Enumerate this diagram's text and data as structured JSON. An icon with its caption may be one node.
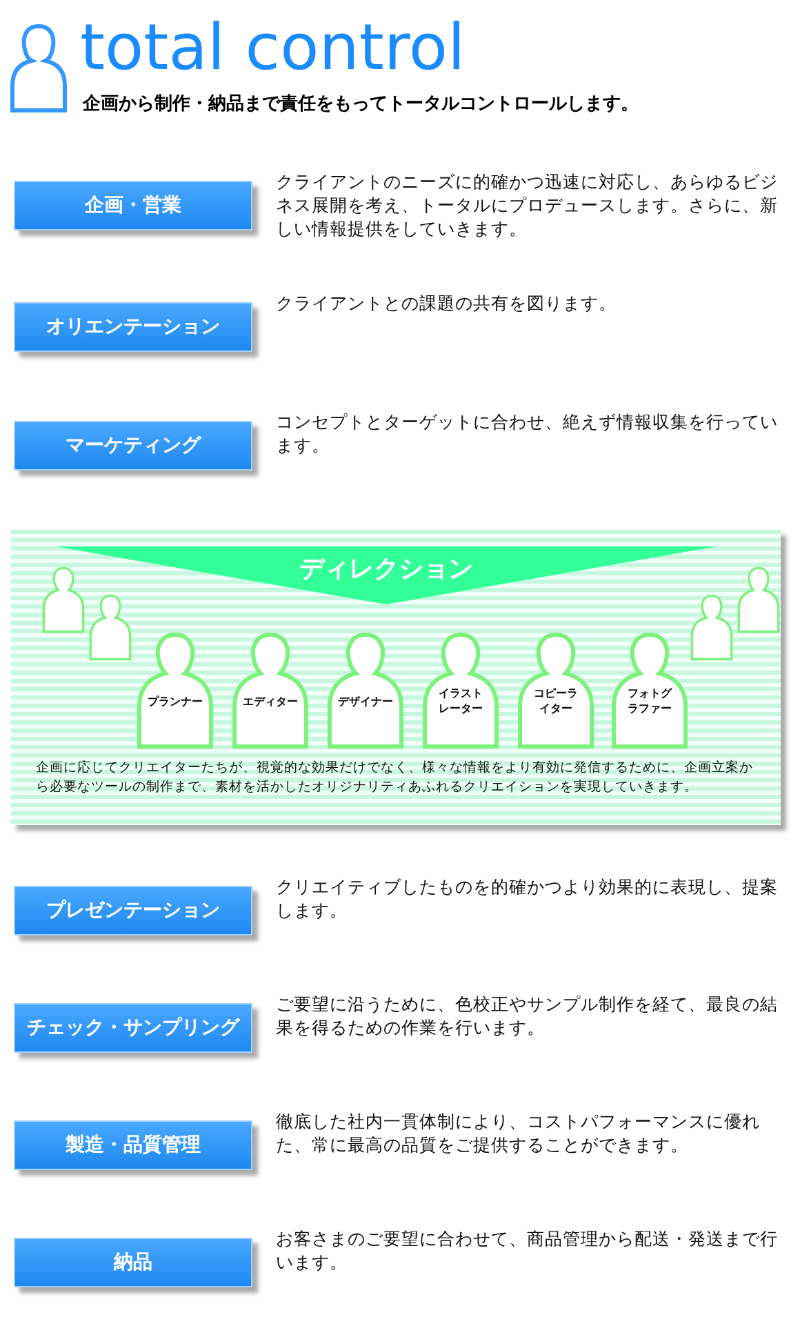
{
  "diagram": {
    "title": "total control",
    "nodes": [
      {
        "text": [
          "企画・営業"
        ],
        "beside": [
          "クライアントのニーズに的確かつ迅速に対応し、あらゆるビジネス展開を考え、トータルにプロデュースします。さらに、新しい情報提供をしていきます。"
        ]
      },
      {
        "text": [
          "オリエンテーション"
        ],
        "beside": [
          "クライアントとの課題の共有を図ります。"
        ]
      },
      {
        "text": [
          "マーケティング"
        ],
        "beside": [
          "コンセプトとターゲットに合わせ、絶えず情報収集を行っています。"
        ]
      },
      {
        "text": [
          "企画に応じてクリエイターたちが、視覚的な効果だけでなく、様々な情報をより有効に発信するために、企画立案から必要なツールの制作まで、素材を活かしたオリジナリティあふれるクリエイションを実現していきます。"
        ]
      },
      {
        "text": [
          "ディレクション"
        ],
        "in": 3
      },
      {
        "text": [],
        "shape": "person",
        "in": 3
      },
      {
        "text": [],
        "shape": "person",
        "in": 3
      },
      {
        "text": [
          "プランナー"
        ],
        "in": 3
      },
      {
        "text": [
          "エディター"
        ],
        "in": 3
      },
      {
        "text": [
          "デザイナー"
        ],
        "in": 3
      },
      {
        "text": [
          "イラストレーター"
        ],
        "in": 3
      },
      {
        "text": [
          "コピーライター"
        ],
        "in": 3
      },
      {
        "text": [
          "フォトグラファー"
        ],
        "in": 3
      },
      {
        "text": [],
        "shape": "person",
        "in": 3
      },
      {
        "text": [],
        "shape": "person",
        "in": 3
      },
      {
        "text": [
          "プレゼンテーション"
        ],
        "beside": [
          "クリエイティブしたものを的確かつより効果的に表現し、提案します。"
        ]
      },
      {
        "text": [
          "チェック・サンプリング"
        ],
        "beside": [
          "ご要望に沿うために、色校正やサンプル制作を経て、最良の結果を得るための作業を行います。"
        ]
      },
      {
        "text": [
          "製造・品質管理"
        ],
        "beside": [
          "徹底した社内一貫体制により、コストパフォーマンスに優れた、常に最高の品質をご提供することができます。"
        ]
      },
      {
        "text": [
          "納品"
        ],
        "beside": [
          "お客さまのご要望に合わせて、商品管理から配送・発送まで行います。"
        ]
      }
    ],
    "edges": [],
    "labels": [
      "企画から制作・納品まで責任をもってトータルコントロールします。"
    ]
  }
}
